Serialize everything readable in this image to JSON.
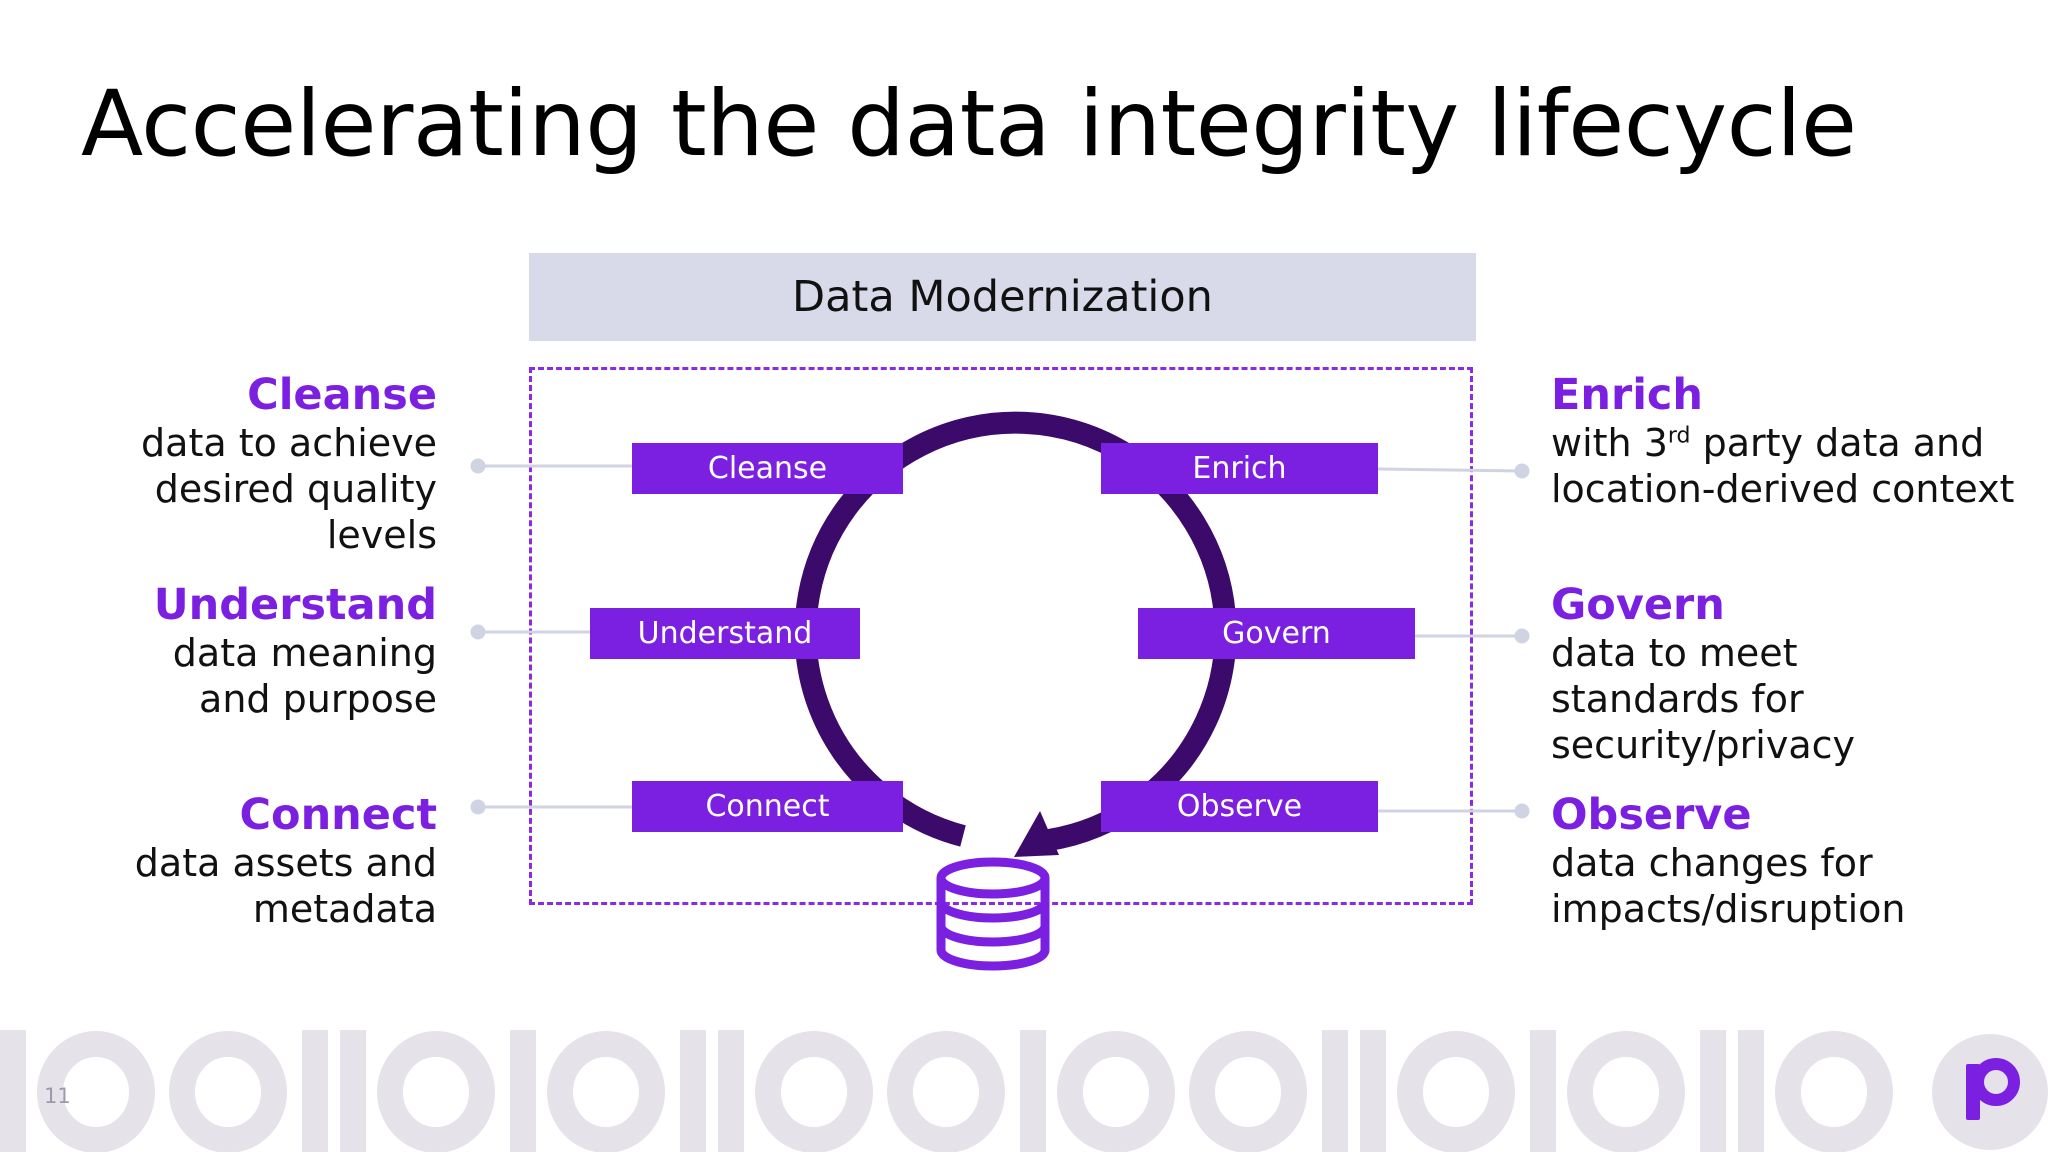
{
  "slide": {
    "title": "Accelerating the data integrity lifecycle",
    "banner": "Data Modernization",
    "page_number": "11",
    "binary_pattern": "IOOIIOIOIIOOIOOIIOIOIIO",
    "logo_glyph": "p"
  },
  "colors": {
    "accent": "#7b1fe0",
    "cycle": "#3c0a6b",
    "banner_bg": "#d9dae9",
    "pattern": "#e6e2ea",
    "connector": "#d0d3e2"
  },
  "icons": {
    "center": "database-icon",
    "logo": "brand-logo-icon"
  },
  "stages": {
    "cleanse": "Cleanse",
    "understand": "Understand",
    "connect": "Connect",
    "enrich": "Enrich",
    "govern": "Govern",
    "observe": "Observe"
  },
  "descriptions": {
    "cleanse": {
      "head": "Cleanse",
      "l1": "data to achieve",
      "l2": "desired quality",
      "l3": "levels"
    },
    "understand": {
      "head": "Understand",
      "l1": "data meaning",
      "l2": "and purpose"
    },
    "connect": {
      "head": "Connect",
      "l1": "data assets and",
      "l2": "metadata"
    },
    "enrich": {
      "head": "Enrich",
      "l1a": "with 3",
      "l1sup": "rd",
      "l1b": " party data and",
      "l2": "location-derived context"
    },
    "govern": {
      "head": "Govern",
      "l1": "data to meet",
      "l2": "standards for",
      "l3": "security/privacy"
    },
    "observe": {
      "head": "Observe",
      "l1": "data changes for",
      "l2": "impacts/disruption"
    }
  }
}
